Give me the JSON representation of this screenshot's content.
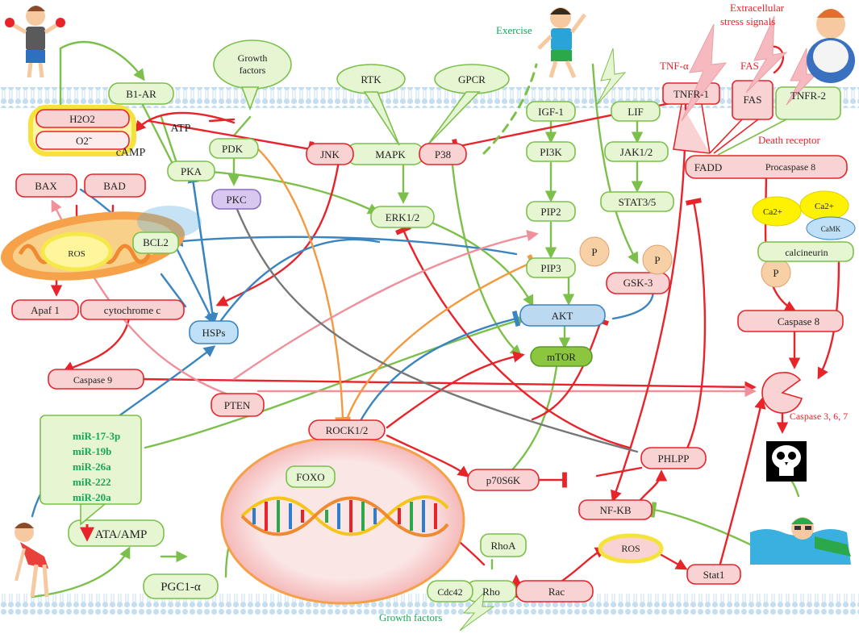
{
  "nodes": {
    "h2o2": "H2O2",
    "o2": "O2̃",
    "bax": "BAX",
    "bad": "BAD",
    "ros_mito": "ROS",
    "bcl2": "BCL2",
    "apaf1": "Apaf 1",
    "cytochrome_c": "cytochrome c",
    "hsps": "HSPs",
    "caspase9": "Caspase 9",
    "b1ar": "B1-AR",
    "atp": "ATP",
    "camp": "cAMP",
    "pka": "PKA",
    "pdk": "PDK",
    "pkc": "PKC",
    "growth_factors_top": "Growth factors",
    "rtk": "RTK",
    "gpcr": "GPCR",
    "jnk": "JNK",
    "mapk": "MAPK",
    "p38": "P38",
    "erk12": "ERK1/2",
    "igf1": "IGF-1",
    "pi3k": "PI3K",
    "pip2": "PIP2",
    "pip3": "PIP3",
    "p1": "P",
    "p2": "P",
    "p3": "P",
    "gsk3": "GSK-3",
    "akt": "AKT",
    "mtor": "mTOR",
    "lif": "LIF",
    "jak12": "JAK1/2",
    "stat35": "STAT3/5",
    "tnfr1": "TNFR-1",
    "fas_receptor": "FAS",
    "tnfr2": "TNFR-2",
    "fadd": "FADD",
    "procaspase8": "Procaspase 8",
    "ca2a": "Ca2+",
    "ca2b": "Ca2+",
    "camk": "CaMK",
    "calcineurin": "calcineurin",
    "caspase8": "Caspase 8",
    "caspase367": "Caspase 3, 6, 7",
    "pten": "PTEN",
    "rock12": "ROCK1/2",
    "foxo": "FOXO",
    "p70s6k": "p70S6K",
    "phlpp": "PHLPP",
    "nfkb": "NF-KB",
    "ros_lower": "ROS",
    "stat1": "Stat1",
    "rhoa": "RhoA",
    "cdc42": "Cdc42",
    "rho": "Rho",
    "rac": "Rac",
    "ata_amp": "ATA/AMP",
    "pgc1a": "PGC1-α"
  },
  "labels": {
    "exercise": "Exercise",
    "extracellular_line1": "Extracellular",
    "extracellular_line2": "stress signals",
    "tnf_alpha": "TNF-α",
    "fas_signal": "FAS",
    "death_receptor": "Death receptor",
    "growth_factors_bottom": "Growth factors"
  },
  "mirnas": [
    "miR-17-3p",
    "miR-19b",
    "miR-26a",
    "miR-222",
    "miR-20a"
  ],
  "colors": {
    "activation": "#7cc04b",
    "inhibition": "#e8232a",
    "blue_link": "#3a85c0",
    "orange_link": "#f39a40",
    "pink_link": "#f0909a",
    "gray_link": "#777777",
    "node_green_fill": "#e6f5d2",
    "node_red_fill": "#f9d3d3",
    "label_green": "#1aa55a",
    "label_red": "#e8232a"
  },
  "icons": [
    "dumbbell-person-icon",
    "stretching-person-icon",
    "obese-person-icon",
    "tired-person-icon",
    "swimmer-icon",
    "skull-icon",
    "dna-helix-icon",
    "mitochondrion-icon"
  ]
}
